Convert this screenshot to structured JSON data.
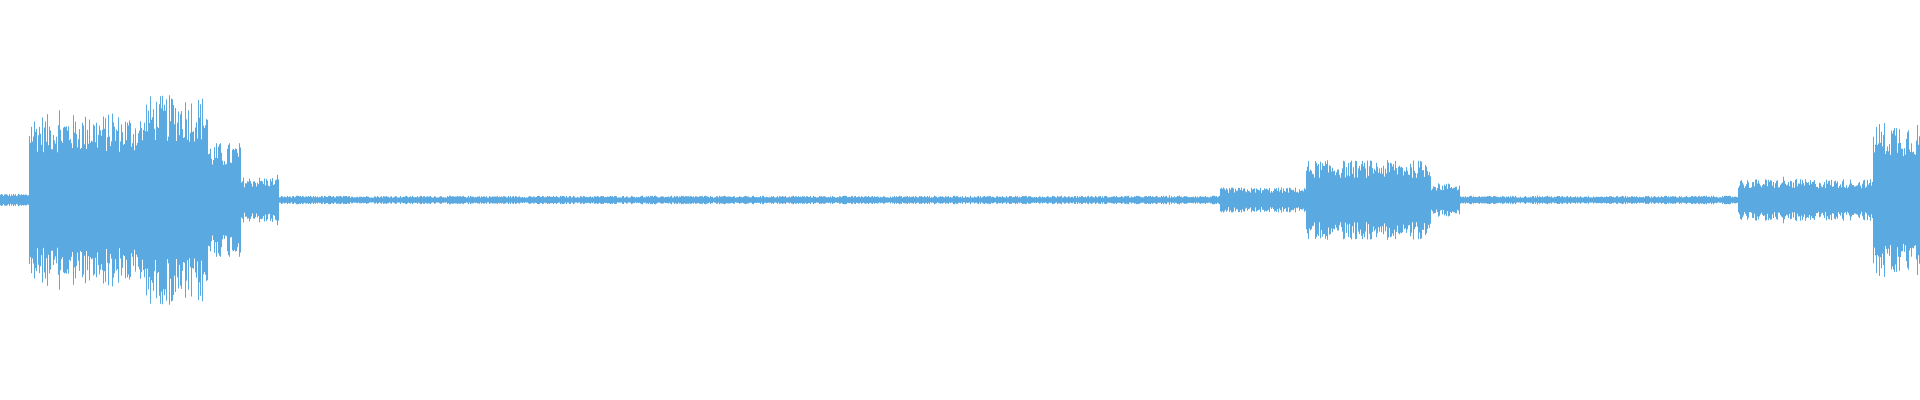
{
  "waveform": {
    "color": "#5aa9e0",
    "background": "#ffffff",
    "segments": [
      {
        "start": 0.0,
        "end": 0.015,
        "amplitude": 0.06
      },
      {
        "start": 0.015,
        "end": 0.075,
        "amplitude": 0.82
      },
      {
        "start": 0.075,
        "end": 0.108,
        "amplitude": 1.0
      },
      {
        "start": 0.108,
        "end": 0.125,
        "amplitude": 0.55
      },
      {
        "start": 0.125,
        "end": 0.145,
        "amplitude": 0.22
      },
      {
        "start": 0.145,
        "end": 0.635,
        "amplitude": 0.04
      },
      {
        "start": 0.635,
        "end": 0.68,
        "amplitude": 0.12
      },
      {
        "start": 0.68,
        "end": 0.745,
        "amplitude": 0.38
      },
      {
        "start": 0.745,
        "end": 0.76,
        "amplitude": 0.16
      },
      {
        "start": 0.76,
        "end": 0.905,
        "amplitude": 0.04
      },
      {
        "start": 0.905,
        "end": 0.975,
        "amplitude": 0.2
      },
      {
        "start": 0.975,
        "end": 1.0,
        "amplitude": 0.75
      }
    ]
  }
}
